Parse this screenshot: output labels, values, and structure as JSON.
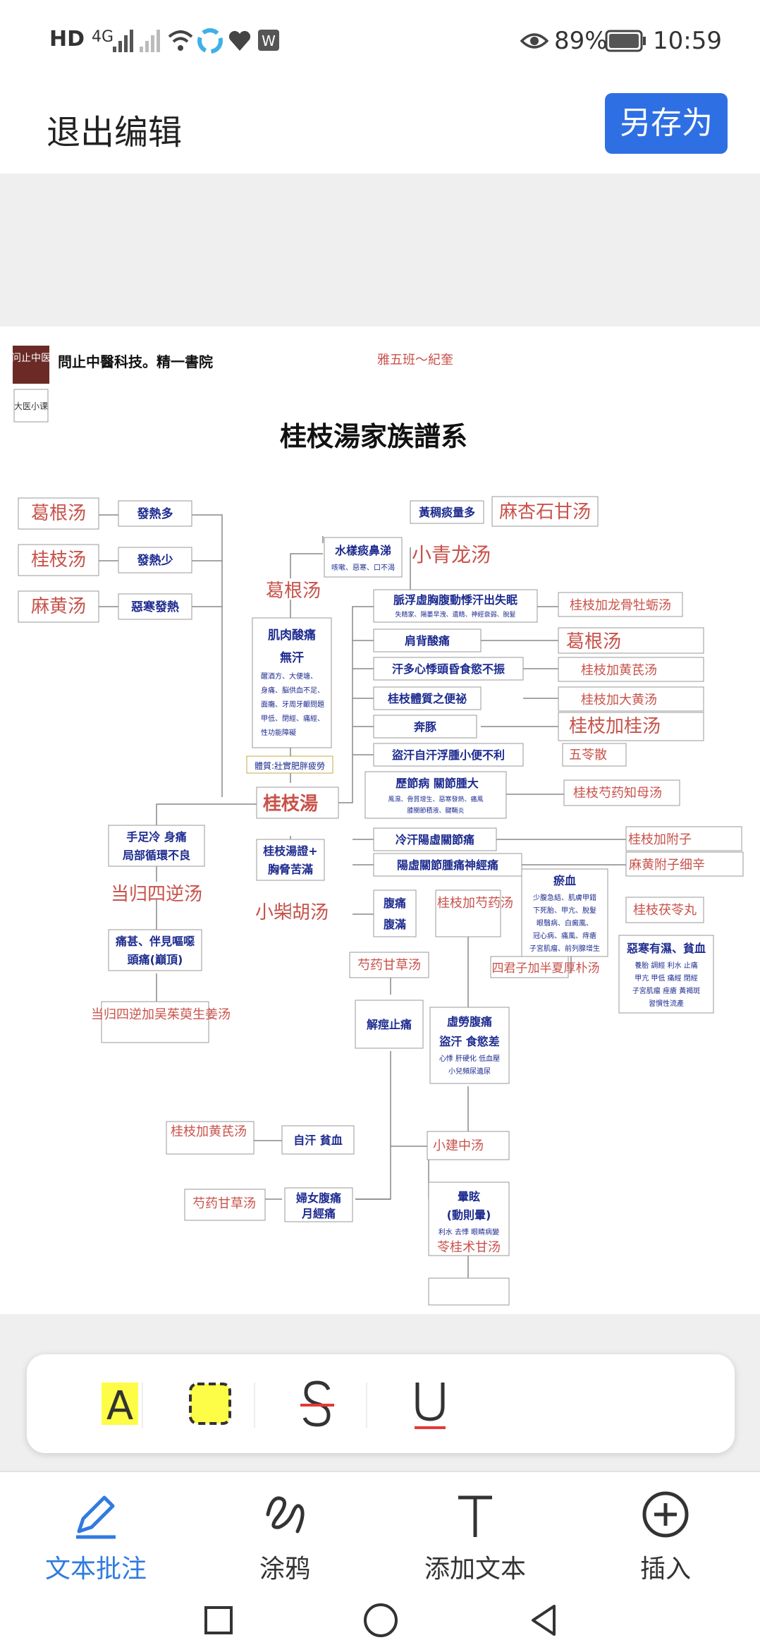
{
  "status_bar": {
    "network_hd": "HD",
    "network_4g": "4G",
    "battery_percent": "89%",
    "time": "10:59"
  },
  "top_bar": {
    "exit_label": "退出编辑",
    "save_as_label": "另存为"
  },
  "document": {
    "logo_text": "问止中医",
    "logo_sub": "大医小课",
    "org_name": "問止中醫科技。精一書院",
    "class_tag": "雅五班～紀奎",
    "title": "桂枝湯家族譜系",
    "nodes": {
      "center": "桂枝湯",
      "gegen_left": "葛根汤",
      "guizhi_left": "桂枝汤",
      "mahuang_left": "麻黄汤",
      "fare_duo": "發熱多",
      "fare_shao": "發熱少",
      "wuhan_fare": "惡寒發熱",
      "gegen_mid": "葛根汤",
      "jirou_1": "肌肉酸痛",
      "jirou_2": "無汗",
      "jirou_3": "醒酒方、大便塘、",
      "jirou_4": "身痛、脳供血不足、",
      "jirou_5": "面癱、牙周牙齦問題",
      "jirou_6": "甲低、閉經、痛經、",
      "jirou_7": "性功能障礙",
      "tizhi": "體質:壯實肥胖疲勞",
      "shuiyang": "水樣痰鼻涕",
      "shuiyang_sub": "咳嗽、惡寒、口不渴",
      "xiaoqinglong": "小青龙汤",
      "huangchou": "黃稠痰量多",
      "maxingshigan": "麻杏石甘汤",
      "maifu": "脈浮虛胸腹動悸汗出失眠",
      "maifu_sub": "失精家、陽萎早洩、遺精、神經衰弱、脫髮",
      "longgu": "桂枝加龙骨牡蛎汤",
      "jianbei": "肩背酸痛",
      "gegen_right": "葛根汤",
      "handuo": "汗多心悸頭昏食慾不振",
      "huangqi1": "桂枝加黄芪汤",
      "tizhi_bianmi": "桂枝體質之便祕",
      "dahuang": "桂枝加大黄汤",
      "bentun": "奔豚",
      "jiagui": "桂枝加桂汤",
      "daohan": "盜汗自汗浮腫小便不利",
      "wuling": "五苓散",
      "lijie1": "歷節病 關節腫大",
      "lijie2": "風濕、骨質增生、惡寒發熱、痛風",
      "lijie3": "膝關節積液、腱鞘炎",
      "shaoyao_zhimu": "桂枝芍药知母汤",
      "lenghan": "冷汗陽虛關節痛",
      "fuzi": "桂枝加附子",
      "yangxu": "陽虛關節腫痛神經痛",
      "mahuang_fuzi": "麻黄附子细辛",
      "shouzu1": "手足冷 身痛",
      "shouzu2": "局部循環不良",
      "danggui": "当归四逆汤",
      "tongshen1": "痛甚、伴見嘔噁",
      "tongshen2": "頭痛(巔頂)",
      "danggui_wuyu": "当归四逆加吴茱萸生姜汤",
      "xiongxie1": "桂枝湯證+",
      "xiongxie2": "胸脅苦滿",
      "xiaochaihu": "小柴胡汤",
      "futong1": "腹痛",
      "futong2": "腹滿",
      "jiashaoyao": "桂枝加芍药汤",
      "yuxue": "瘀血",
      "yuxue_1": "少腹急結、肌膚甲錯",
      "yuxue_2": "下死胎、甲亢、脫髮",
      "yuxue_3": "眼翳病、白癜風、",
      "yuxue_4": "冠心病、痛風、痔瘡",
      "yuxue_5": "子宮肌瘤、前列腺增生",
      "fuling": "桂枝茯苓丸",
      "wuhan_shi": "惡寒有濕、貧血",
      "wuhan_shi_1": "養胎 調經 利水 止痛",
      "wuhan_shi_2": "甲亢 甲低 痛經 閉經",
      "wuhan_shi_3": "子宮肌瘤 痤瘡 黃褐斑",
      "wuhan_shi_4": "習慣性流產",
      "sijunzi": "四君子加半夏厚朴汤",
      "shaoyao_gancao1": "芍药甘草汤",
      "jiejing": "解痙止痛",
      "xulao1": "虛勞腹痛",
      "xulao2": "盜汗 食慾差",
      "xulao3": "心悸 肝硬化 低血壓",
      "xulao4": "小兒頻尿遺尿",
      "xiaojianzhong": "小建中汤",
      "huangqi2": "桂枝加黄芪汤",
      "zihan": "自汗 貧血",
      "shaoyao_gancao2": "芍药甘草汤",
      "funv1": "婦女腹痛",
      "funv2": "月經痛",
      "xuanyun1": "暈眩",
      "xuanyun2": "(動則暈)",
      "xuanyun3": "利水 去悸 眼睛病變",
      "linggui": "苓桂术甘汤"
    }
  },
  "toolbar": {
    "highlight_label": "A"
  },
  "bottom_nav": {
    "annotate": "文本批注",
    "doodle": "涂鸦",
    "add_text": "添加文本",
    "insert": "插入"
  },
  "colors": {
    "accent": "#2f6fe4",
    "nav_active": "#2f7bdf",
    "formula_red": "#c8524a",
    "node_blue": "#1d2b8f",
    "highlight_yellow": "#fdfc47"
  }
}
